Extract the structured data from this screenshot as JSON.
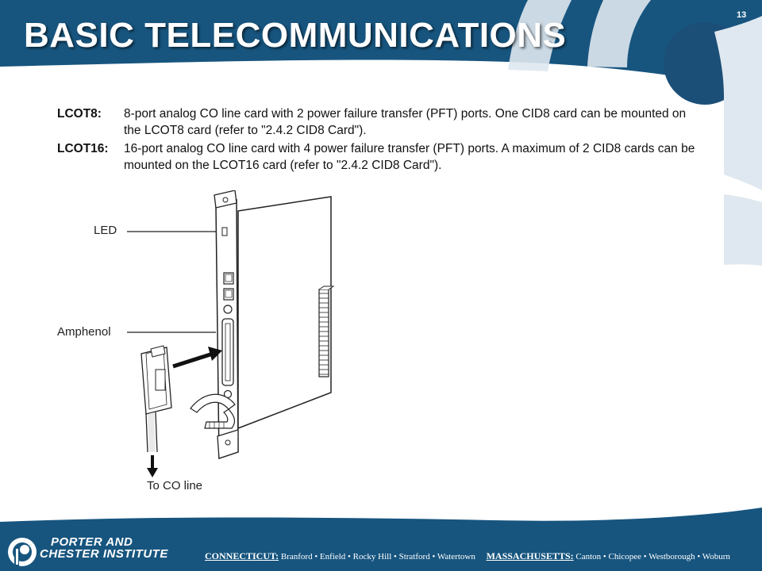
{
  "slide": {
    "title": "BASIC TELECOMMUNICATIONS",
    "number": "13"
  },
  "definitions": [
    {
      "term": "LCOT8:",
      "text": "8-port analog CO line card with 2 power failure transfer (PFT) ports. One CID8 card can be mounted on the LCOT8 card (refer to \"2.4.2 CID8 Card\")."
    },
    {
      "term": "LCOT16:",
      "text": "16-port analog CO line card with 4 power failure transfer (PFT) ports. A maximum of 2 CID8 cards can be mounted on the LCOT16 card (refer to \"2.4.2 CID8 Card\")."
    }
  ],
  "figure": {
    "labels": {
      "led": "LED",
      "amphenol": "Amphenol",
      "to_co_line": "To CO line"
    }
  },
  "footer": {
    "brand_line1": "PORTER AND",
    "brand_line2": "CHESTER INSTITUTE",
    "ct_state": "CONNECTICUT:",
    "ct_locations": "Branford • Enfield • Rocky Hill • Stratford • Watertown",
    "ma_state": "MASSACHUSETTS:",
    "ma_locations": "Canton • Chicopee • Westborough • Woburn"
  },
  "colors": {
    "header_blue": "#17557f",
    "light_blue": "#dfe8f0",
    "text": "#111111"
  }
}
